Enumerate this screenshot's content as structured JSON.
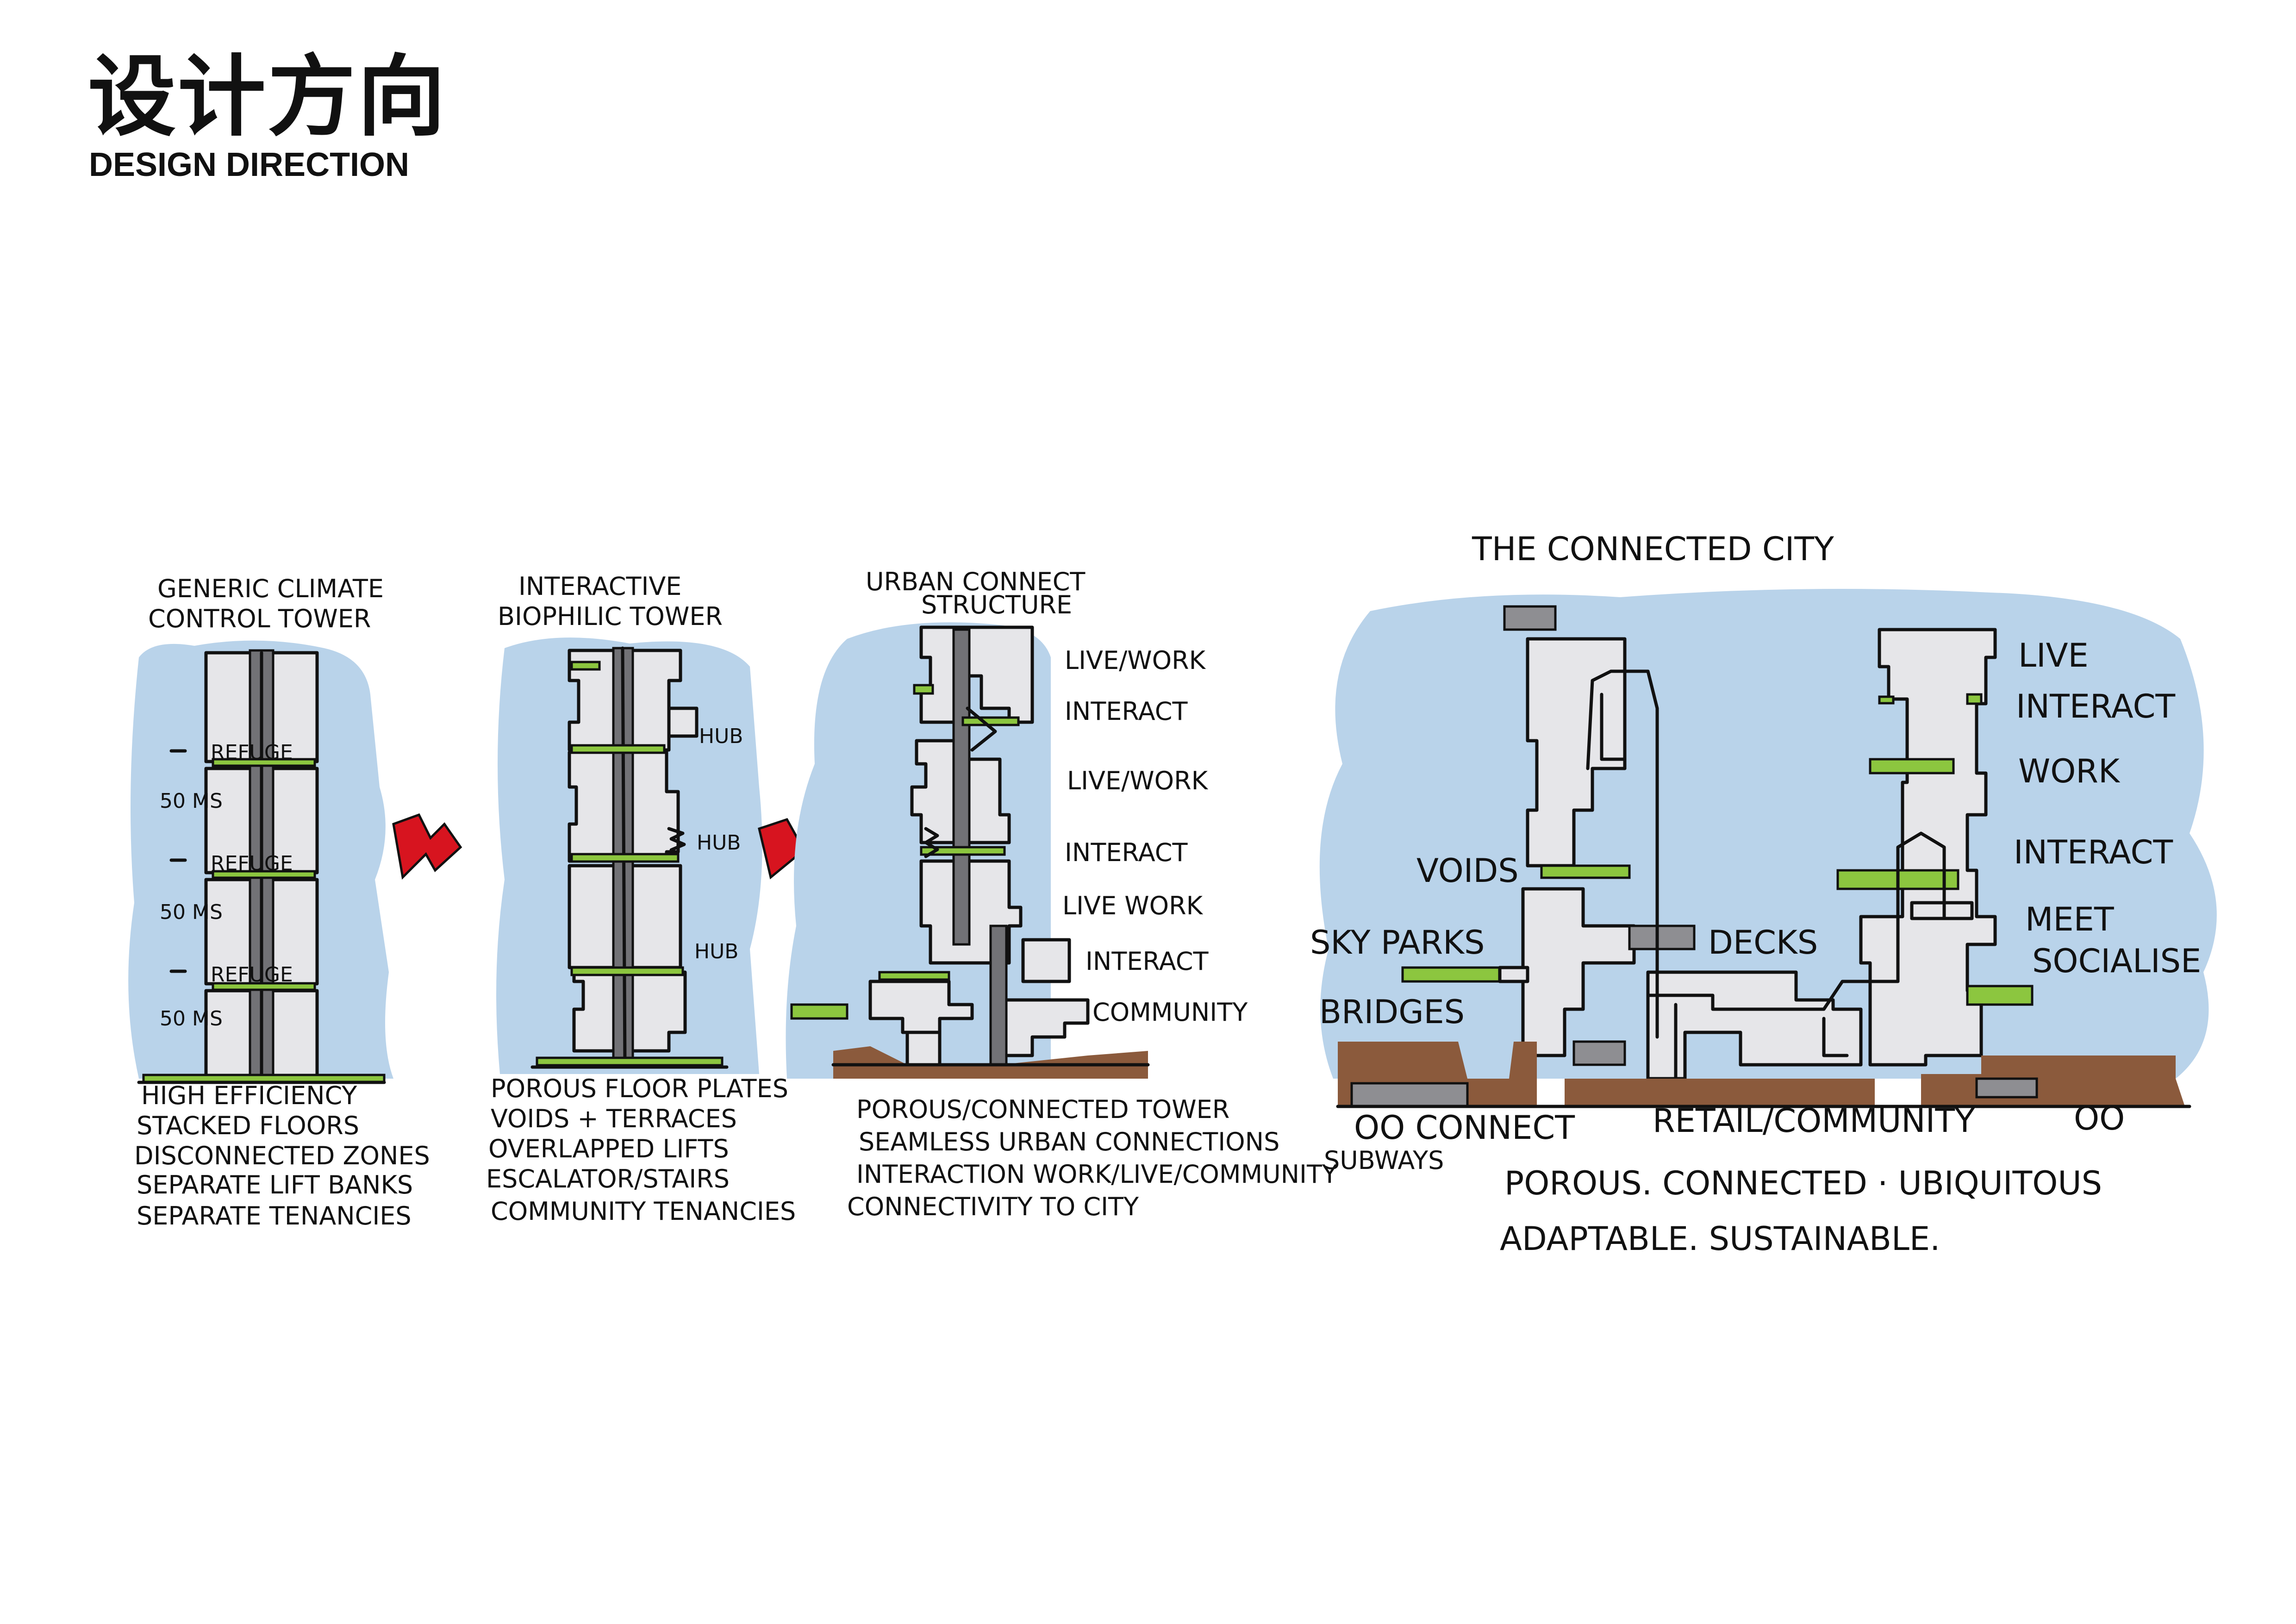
{
  "header": {
    "title_zh": "设计方向",
    "title_en": "DESIGN DIRECTION"
  },
  "colors": {
    "sky": "#b9d3ea",
    "green": "#8cc63f",
    "ground": "#8b5a3c",
    "arrow": "#d7141f",
    "block": "#e6e6e9",
    "core": "#727276"
  },
  "panel1": {
    "title_line1": "GENERIC CLIMATE",
    "title_line2": "CONTROL TOWER",
    "refuge_label": "REFUGE",
    "ms_label": "50 MS",
    "notes": [
      "HIGH EFFICIENCY",
      "STACKED FLOORS",
      "DISCONNECTED ZONES",
      "SEPARATE LIFT BANKS",
      "SEPARATE TENANCIES"
    ]
  },
  "panel2": {
    "title_line1": "INTERACTIVE",
    "title_line2": "BIOPHILIC TOWER",
    "hub_label": "HUB",
    "notes": [
      "POROUS FLOOR PLATES",
      "VOIDS + TERRACES",
      "OVERLAPPED LIFTS",
      "ESCALATOR/STAIRS",
      "COMMUNITY TENANCIES"
    ]
  },
  "panel3": {
    "title_line1": "URBAN CONNECT",
    "title_line2": "STRUCTURE",
    "labels": [
      "LIVE/WORK",
      "INTERACT",
      "LIVE/WORK",
      "INTERACT",
      "LIVE WORK",
      "INTERACT",
      "COMMUNITY"
    ],
    "notes": [
      "POROUS/CONNECTED TOWER",
      "SEAMLESS URBAN CONNECTIONS",
      "INTERACTION WORK/LIVE/COMMUNITY",
      "CONNECTIVITY TO CITY"
    ]
  },
  "panel4": {
    "title": "THE CONNECTED CITY",
    "left_labels": [
      "VOIDS",
      "SKY PARKS",
      "BRIDGES",
      "DECKS"
    ],
    "right_labels": [
      "LIVE",
      "INTERACT",
      "WORK",
      "INTERACT",
      "MEET",
      "SOCIALISE"
    ],
    "bottom_left": "OO CONNECT",
    "bottom_left2": "SUBWAYS",
    "bottom_mid": "RETAIL/COMMUNITY",
    "bottom_right": "OO",
    "caption_line1": "POROUS. CONNECTED · UBIQUITOUS",
    "caption_line2": "ADAPTABLE. SUSTAINABLE."
  }
}
